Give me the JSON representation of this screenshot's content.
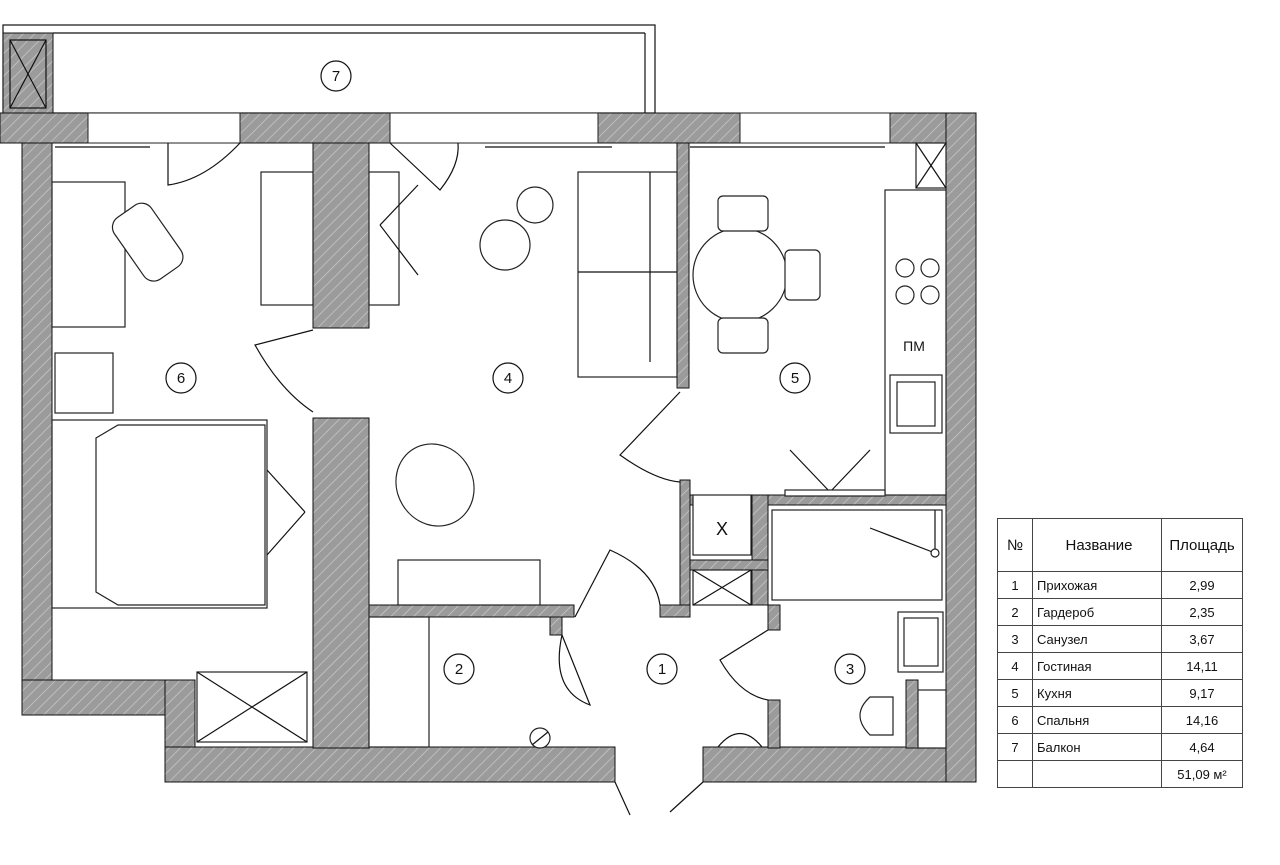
{
  "plan": {
    "room_markers": [
      "1",
      "2",
      "3",
      "4",
      "5",
      "6",
      "7"
    ],
    "kitchen_appliance_label": "ПМ",
    "wardrobe_box_label": "X"
  },
  "legend": {
    "headers": {
      "num": "№",
      "name": "Название",
      "area": "Площадь"
    },
    "rows": [
      {
        "num": "1",
        "name": "Прихожая",
        "area": "2,99"
      },
      {
        "num": "2",
        "name": "Гардероб",
        "area": "2,35"
      },
      {
        "num": "3",
        "name": "Санузел",
        "area": "3,67"
      },
      {
        "num": "4",
        "name": "Гостиная",
        "area": "14,11"
      },
      {
        "num": "5",
        "name": "Кухня",
        "area": "9,17"
      },
      {
        "num": "6",
        "name": "Спальня",
        "area": "14,16"
      },
      {
        "num": "7",
        "name": "Балкон",
        "area": "4,64"
      }
    ],
    "total_area": "51,09 м²"
  },
  "colors": {
    "wall": "#9b9b9b",
    "line": "#111111",
    "background": "#ffffff"
  }
}
